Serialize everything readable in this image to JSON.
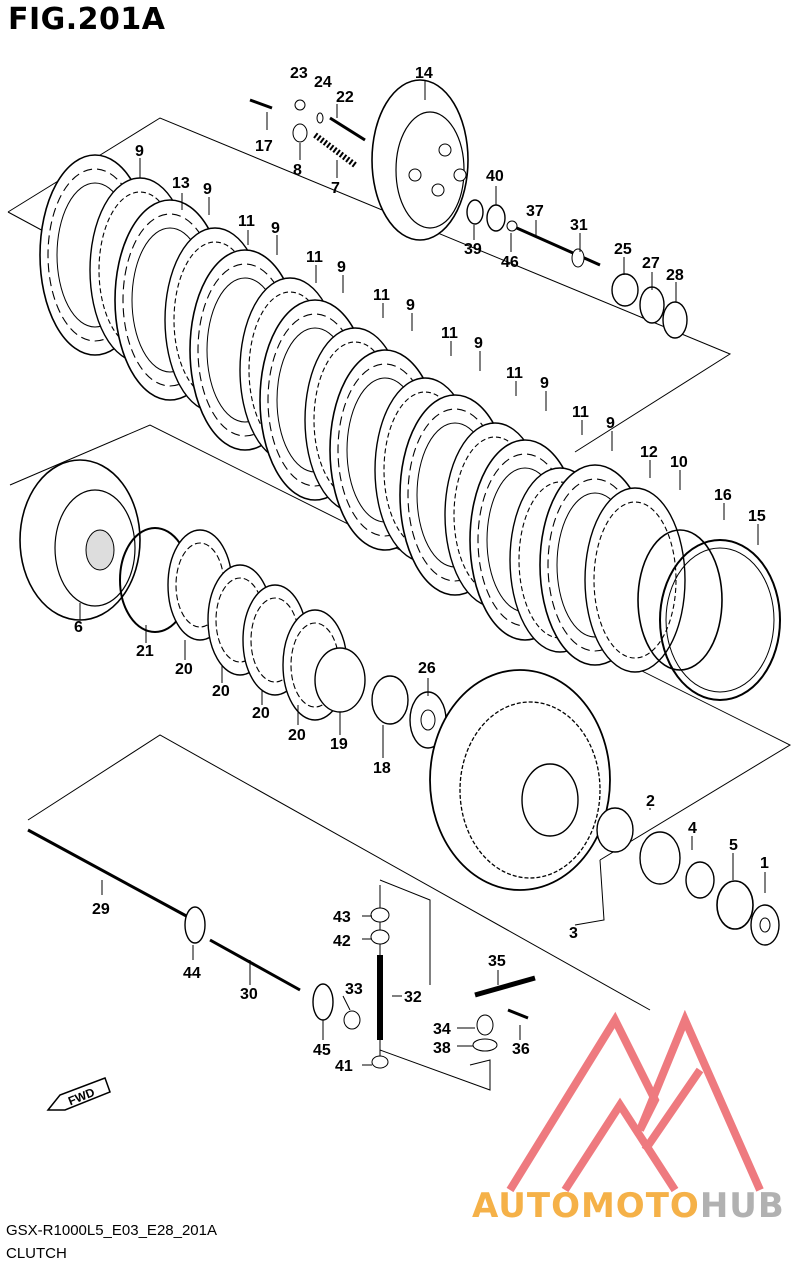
{
  "figure": {
    "title": "FIG.201A",
    "model_code": "GSX-R1000L5_E03_E28_201A",
    "caption": "CLUTCH"
  },
  "callouts": {
    "c1": "1",
    "c2": "2",
    "c3": "3",
    "c4": "4",
    "c5": "5",
    "c6": "6",
    "c7": "7",
    "c8": "8",
    "c9a": "9",
    "c9b": "9",
    "c9c": "9",
    "c9d": "9",
    "c9e": "9",
    "c9f": "9",
    "c9g": "9",
    "c9h": "9",
    "c10": "10",
    "c11a": "11",
    "c11b": "11",
    "c11c": "11",
    "c11d": "11",
    "c11e": "11",
    "c11f": "11",
    "c12": "12",
    "c13": "13",
    "c14": "14",
    "c15": "15",
    "c16": "16",
    "c17": "17",
    "c18": "18",
    "c19": "19",
    "c20a": "20",
    "c20b": "20",
    "c20c": "20",
    "c20d": "20",
    "c21": "21",
    "c22": "22",
    "c23": "23",
    "c24": "24",
    "c25": "25",
    "c26": "26",
    "c27": "27",
    "c28": "28",
    "c29": "29",
    "c30": "30",
    "c31": "31",
    "c32": "32",
    "c33": "33",
    "c34": "34",
    "c35": "35",
    "c36": "36",
    "c37": "37",
    "c38": "38",
    "c39": "39",
    "c40": "40",
    "c41": "41",
    "c42": "42",
    "c43": "43",
    "c44": "44",
    "c45": "45",
    "c46": "46"
  },
  "fwd_label": "FWD",
  "watermark": {
    "word_a": "AUTOMOTO",
    "word_b": "HUB",
    "color_a": "#f4a935",
    "color_b": "#a9a9a9",
    "logo_color": "#e8434a"
  }
}
